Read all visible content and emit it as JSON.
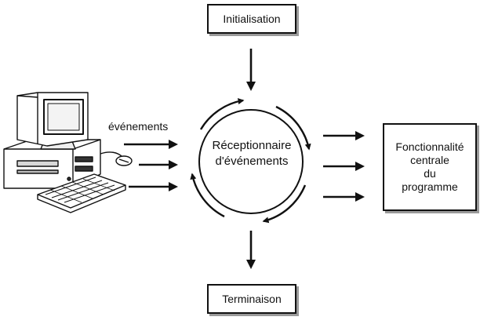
{
  "diagram": {
    "initialisation_label": "Initialisation",
    "termination_label": "Terminaison",
    "events_label": "événements",
    "event_receiver_lines": [
      "Réceptionnaire",
      "d'événements"
    ],
    "core_functionality_lines": [
      "Fonctionnalité",
      "centrale",
      "du",
      "programme"
    ],
    "icons": [
      "computer-icon"
    ],
    "colors": {
      "line": "#111111",
      "background": "#ffffff",
      "shadow": "#9a9a9a"
    }
  }
}
